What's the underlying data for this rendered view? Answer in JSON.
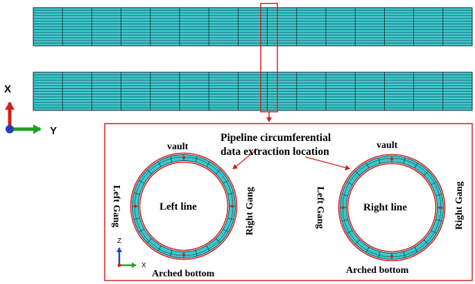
{
  "colors": {
    "mesh_fill": "#3cc7cc",
    "mesh_line": "#0a2a2c",
    "annotation": "#d42020",
    "axis_x": "#d42020",
    "axis_y": "#22a02a",
    "axis_z": "#2040c0",
    "text": "#000000"
  },
  "axes_main": {
    "x_label": "X",
    "y_label": "Y"
  },
  "axes_inset": {
    "z_label": "Z",
    "x_label": "X"
  },
  "callout": {
    "line1": "Pipeline circumferential",
    "line2": "data extraction location"
  },
  "left_section": {
    "top": "vault",
    "left": "Left Gang",
    "right": "Right Gang",
    "center": "Left line",
    "bottom": "Arched bottom"
  },
  "right_section": {
    "top": "vault",
    "left": "Left Gang",
    "right": "Right Gang",
    "center": "Right line",
    "bottom": "Arched bottom"
  }
}
